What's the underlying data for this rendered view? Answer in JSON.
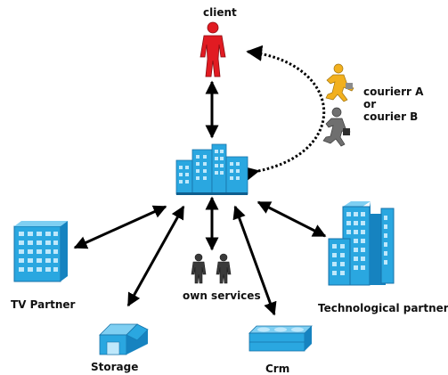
{
  "labels": {
    "client": "client",
    "courier_a": "courierr A",
    "or": "or",
    "courier_b": "courier B",
    "tv_partner": "TV Partner",
    "own_services": "own services",
    "technological_partner": "Technological partner",
    "storage": "Storage",
    "crm": "Crm"
  },
  "colors": {
    "client": "#e11b22",
    "building_blue": "#2aa7e0",
    "building_dark": "#1683c0",
    "window": "#bfe8fb",
    "arrow": "#000000",
    "courier_a": "#f2b01e",
    "courier_b": "#6f6f6f",
    "staff": "#3a3a3a"
  },
  "icons": {
    "client": "person-icon",
    "courier_a": "running-courier-icon",
    "courier_b": "running-courier-icon",
    "hub": "office-buildings-icon",
    "tv_partner": "building-icon",
    "technological_partner": "skyscraper-icon",
    "own_services": "staff-people-icon",
    "storage": "warehouse-icon",
    "crm": "server-icon"
  }
}
